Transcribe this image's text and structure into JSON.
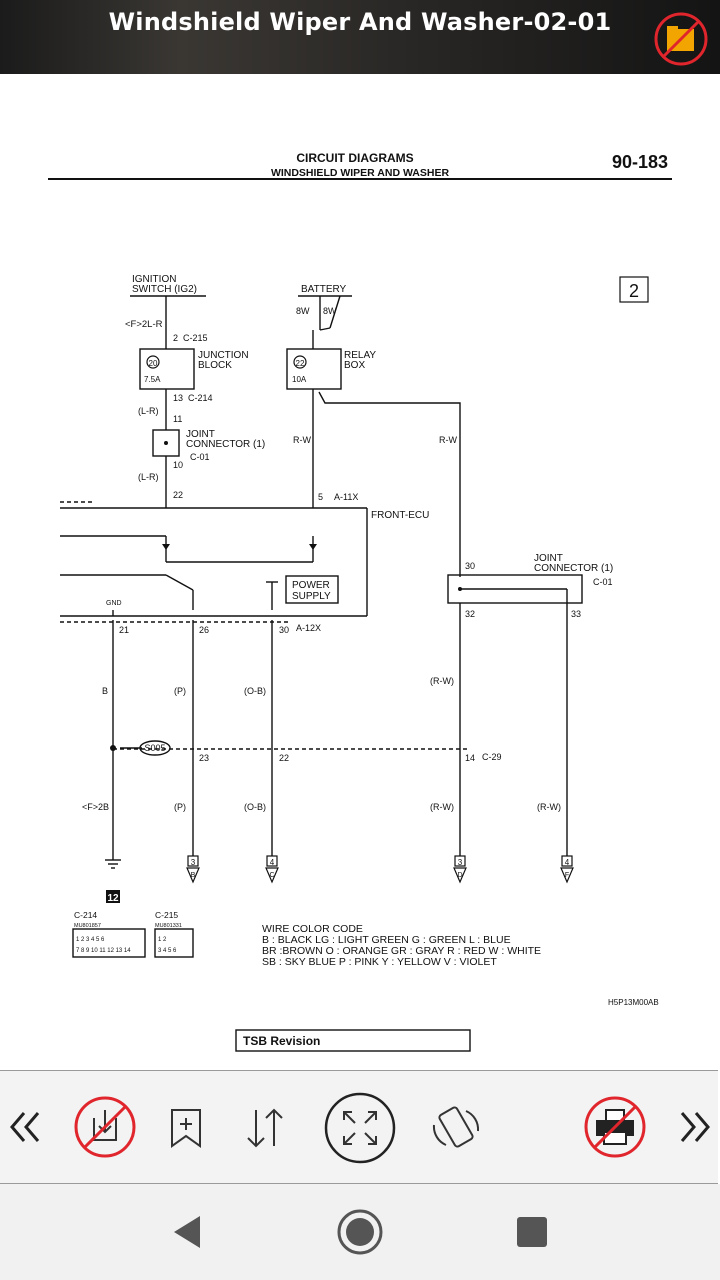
{
  "app": {
    "title": "Windshield Wiper And Washer-02-01"
  },
  "page": {
    "header_title": "CIRCUIT DIAGRAMS",
    "header_subtitle": "WINDSHIELD WIPER AND WASHER",
    "page_number": "90-183",
    "section_number": "2",
    "figure_code": "H5P13M00AB",
    "footer_label": "TSB Revision"
  },
  "diagram": {
    "ignition_label_1": "IGNITION",
    "ignition_label_2": "SWITCH (IG2)",
    "battery_label": "BATTERY",
    "battery_wire_a": "8W",
    "battery_wire_b": "8W",
    "ign_wire": "<F>2L-R",
    "pin_2": "2",
    "conn_c215": "C-215",
    "junction_1": "JUNCTION",
    "junction_2": "BLOCK",
    "fuse_20": "20",
    "fuse_20_amp": "7.5A",
    "pin_13": "13",
    "conn_c214": "C-214",
    "wire_lr_1": "(L-R)",
    "pin_11": "11",
    "jc_label_1": "JOINT",
    "jc_label_2": "CONNECTOR (1)",
    "conn_c01": "C-01",
    "pin_10": "10",
    "wire_lr_2": "(L-R)",
    "pin_22": "22",
    "relay_1": "RELAY",
    "relay_2": "BOX",
    "fuse_22": "22",
    "fuse_22_amp": "10A",
    "wire_rw_1": "R-W",
    "wire_rw_2": "R-W",
    "pin_5": "5",
    "conn_a11x": "A-11X",
    "front_ecu": "FRONT-ECU",
    "power_1": "POWER",
    "power_2": "SUPPLY",
    "gnd": "GND",
    "pin_21": "21",
    "pin_26": "26",
    "pin_30": "30",
    "conn_a12x": "A-12X",
    "jc2_label_1": "JOINT",
    "jc2_label_2": "CONNECTOR (1)",
    "jc2_conn": "C-01",
    "jc2_pin_30": "30",
    "jc2_pin_32": "32",
    "jc2_pin_33": "33",
    "wire_b": "B",
    "wire_p_1": "(P)",
    "wire_ob_1": "(O-B)",
    "wire_rw_3": "(R-W)",
    "splice": "S005",
    "pin_23": "23",
    "pin_22b": "22",
    "pin_14": "14",
    "conn_c29": "C-29",
    "wire_f2b": "<F>2B",
    "wire_p_2": "(P)",
    "wire_ob_2": "(O-B)",
    "wire_rw_4": "(R-W)",
    "wire_rw_5": "(R-W)",
    "ground_num": "12",
    "arrow_b_num": "3",
    "arrow_b": "B",
    "arrow_c_num": "4",
    "arrow_c": "C",
    "arrow_d_num": "3",
    "arrow_d": "D",
    "arrow_f_num": "4",
    "arrow_f": "F",
    "legend_c214": "C-214",
    "legend_c214_part": "MU801857",
    "legend_c215": "C-215",
    "legend_c215_part": "MU801331",
    "c214_row1": "1 2 3   4 5 6",
    "c214_row2": "7 8 9 10 11 12 13 14",
    "c215_row1": "1   2",
    "c215_row2": "3 4 5 6"
  },
  "wire_color_code": {
    "title": "WIRE COLOR CODE",
    "line1": "B : BLACK    LG : LIGHT GREEN    G : GREEN    L : BLUE",
    "line2": "BR :BROWN    O : ORANGE    GR : GRAY    R : RED    W : WHITE",
    "line3": "SB : SKY BLUE    P : PINK    Y : YELLOW    V : VIOLET"
  },
  "toolbar": {
    "prev_icon": "double-chevron-left-icon",
    "save_icon": "download-disabled-icon",
    "bookmark_icon": "bookmark-add-icon",
    "sort_icon": "sort-arrows-icon",
    "fullscreen_icon": "fullscreen-expand-icon",
    "rotate_icon": "rotate-screen-icon",
    "print_icon": "print-disabled-icon",
    "next_icon": "double-chevron-right-icon",
    "disabled_color": "#e0262c"
  },
  "navbar": {
    "back_icon": "back-triangle-icon",
    "home_icon": "home-circle-icon",
    "recents_icon": "recents-square-icon"
  }
}
